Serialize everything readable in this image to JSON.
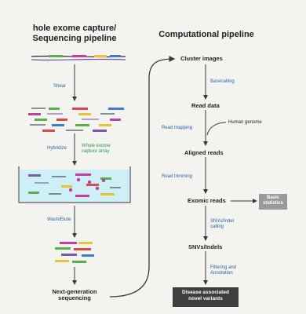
{
  "left": {
    "title_line1": "hole exome capture/",
    "title_line2": "Sequencing pipeline",
    "shear": "Shear",
    "hybridize": "Hybridize",
    "capture_array_line1": "Whole exome",
    "capture_array_line2": "capture array",
    "wash_elute": "Wash/Elute",
    "ngs_line1": "Next-generation",
    "ngs_line2": "sequencing"
  },
  "right": {
    "title": "Computational pipeline",
    "cluster_images": "Cluster images",
    "basecalling": "Basecalling",
    "read_data": "Read data",
    "read_mapping": "Read mapping",
    "human_genome": "Human genome",
    "aligned_reads": "Aligned reads",
    "read_trimming": "Read trimming",
    "exomic_reads": "Exomic reads",
    "basic_stats_line1": "Basic",
    "basic_stats_line2": "statistics",
    "calling_line1": "SNVs/Indel",
    "calling_line2": "calling",
    "snvs_indels": "SNVs/Indels",
    "filter_line1": "Filtering and",
    "filter_line2": "Annotation",
    "disease_line1": "Disease associated",
    "disease_line2": "novel variants"
  },
  "colors": {
    "arrow": "#3a3a3a",
    "label_blue": "#2b63a6",
    "label_green": "#2c9a48",
    "dark_box": "#3e3e3e",
    "grey_box": "#9a9a9a",
    "frag_green": "#5bb04b",
    "frag_red": "#d94a4a",
    "frag_magenta": "#c2409a",
    "frag_yellow": "#e8c23a",
    "frag_blue": "#3f7dcc",
    "frag_purple": "#7a5aa8",
    "dna_black": "#2a2a2a",
    "dna_purple": "#6e4fa0",
    "bath": "#cfeff6"
  }
}
